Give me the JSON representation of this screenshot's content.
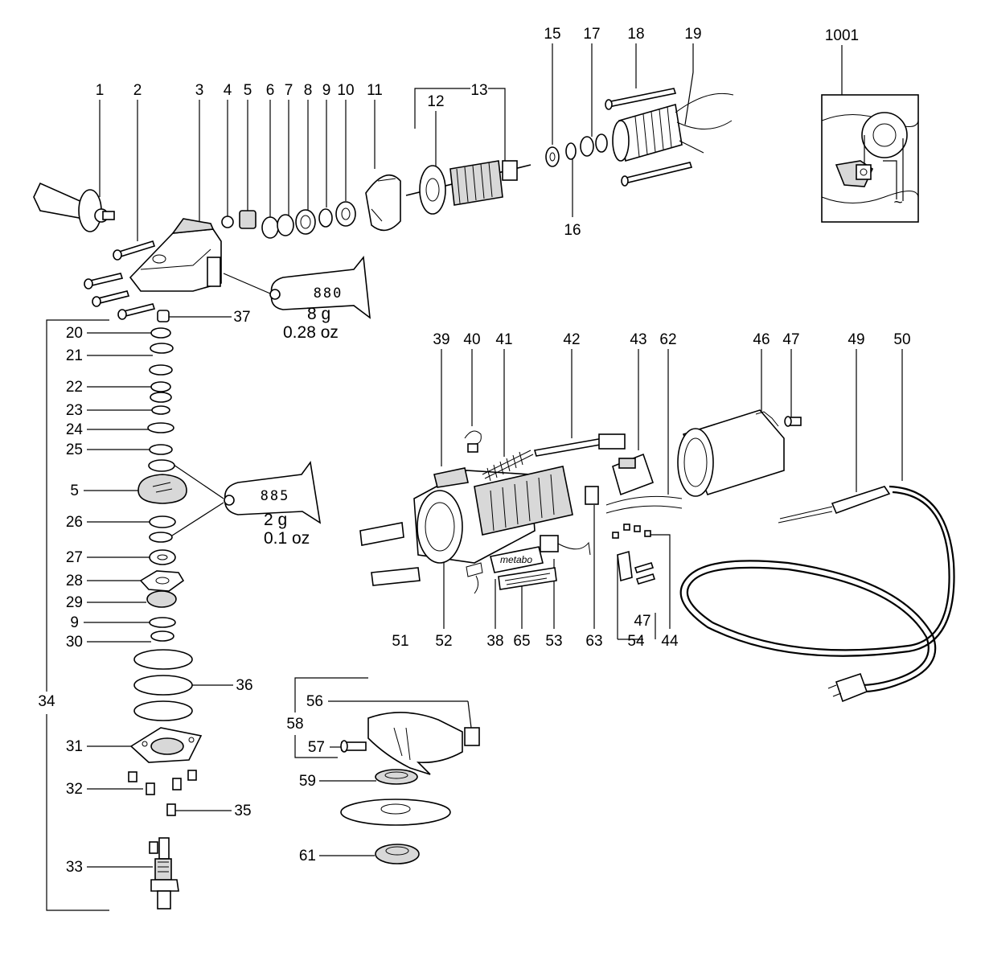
{
  "callouts": {
    "c1": "1",
    "c2": "2",
    "c3": "3",
    "c4": "4",
    "c5a": "5",
    "c6": "6",
    "c7": "7",
    "c8": "8",
    "c9a": "9",
    "c10": "10",
    "c11": "11",
    "c12": "12",
    "c13": "13",
    "c15": "15",
    "c16": "16",
    "c17": "17",
    "c18": "18",
    "c19": "19",
    "c1001": "1001",
    "c37": "37",
    "c20": "20",
    "c21": "21",
    "c22": "22",
    "c23": "23",
    "c24": "24",
    "c25": "25",
    "c5b": "5",
    "c26": "26",
    "c27": "27",
    "c28": "28",
    "c29": "29",
    "c9b": "9",
    "c30": "30",
    "c36": "36",
    "c34": "34",
    "c31": "31",
    "c32": "32",
    "c35": "35",
    "c33": "33",
    "c39": "39",
    "c40": "40",
    "c41": "41",
    "c42": "42",
    "c43": "43",
    "c62": "62",
    "c46": "46",
    "c47a": "47",
    "c49": "49",
    "c50": "50",
    "c51": "51",
    "c52": "52",
    "c38": "38",
    "c65": "65",
    "c53": "53",
    "c63": "63",
    "c54": "54",
    "c47b": "47",
    "c44": "44",
    "c56": "56",
    "c58": "58",
    "c57": "57",
    "c59": "59",
    "c61": "61"
  },
  "grease": {
    "tube1": {
      "code": "880",
      "weight": "8 g",
      "ounces": "0.28 oz"
    },
    "tube2": {
      "code": "885",
      "weight": "2 g",
      "ounces": "0.1 oz"
    }
  },
  "labels": {
    "brand_plate": "metabo",
    "rating_plate": "                    "
  }
}
